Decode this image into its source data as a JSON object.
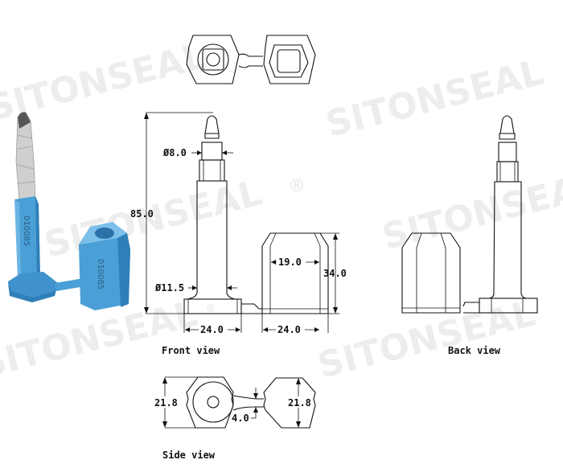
{
  "watermark": {
    "brand": "SITONSEAL",
    "registered_mark": "®",
    "color": "#ededed"
  },
  "photo": {
    "description": "Blue bolt security seal with metal pin",
    "serial_on_pin": "010085",
    "serial_on_cap": "010085",
    "plastic_color": "#4a9fd6",
    "plastic_shadow": "#2f7fb8",
    "metal_color": "#c9c9c9"
  },
  "views": {
    "top": {
      "label": ""
    },
    "front": {
      "label": "Front view"
    },
    "back": {
      "label": "Back view"
    },
    "side": {
      "label": "Side view"
    }
  },
  "dimensions": {
    "pin_tip_diameter": "Ø8.0",
    "total_height": "85.0",
    "shaft_diameter": "Ø11.5",
    "base_width": "24.0",
    "cap_width": "24.0",
    "cap_inner_width": "19.0",
    "cap_height": "34.0",
    "side_left_height": "21.8",
    "side_right_height": "21.8",
    "strap_width": "4.0"
  },
  "colors": {
    "line": "#111111",
    "background": "#ffffff"
  }
}
